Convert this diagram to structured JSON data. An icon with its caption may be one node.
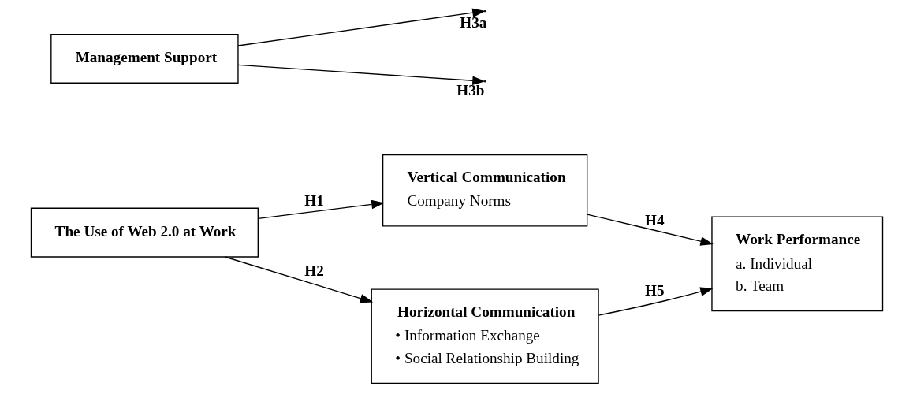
{
  "diagram": {
    "nodes": [
      {
        "text": [
          "Management Support"
        ]
      },
      {
        "text": [
          "The Use of Web 2.0 at Work"
        ]
      },
      {
        "text": [
          "Vertical Communication",
          "Company Norms"
        ]
      },
      {
        "text": [
          "Horizontal Communication",
          "• Information Exchange",
          "• Social Relationship Building"
        ]
      },
      {
        "text": [
          "Work Performance",
          "a. Individual",
          "b. Team"
        ]
      }
    ],
    "edges": [
      {
        "from": 1,
        "to": 2,
        "arrow": "to",
        "label": "H1"
      },
      {
        "from": 1,
        "to": 3,
        "arrow": "to",
        "label": "H2"
      },
      {
        "from": 0,
        "to": null,
        "arrow": "to",
        "label": "H3a"
      },
      {
        "from": 0,
        "to": null,
        "arrow": "to",
        "label": "H3b"
      },
      {
        "from": 2,
        "to": 4,
        "arrow": "to",
        "label": "H4"
      },
      {
        "from": 3,
        "to": 4,
        "arrow": "to",
        "label": "H5"
      }
    ]
  }
}
